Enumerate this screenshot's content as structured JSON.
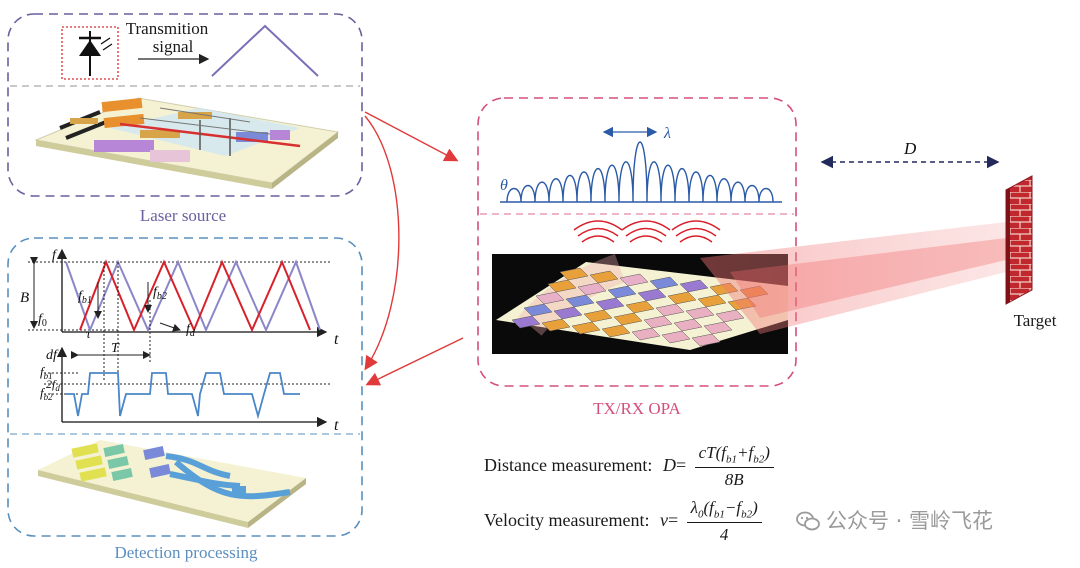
{
  "laser_panel": {
    "signal_label_line1": "Transmition",
    "signal_label_line2": "signal",
    "caption": "Laser source"
  },
  "detection_panel": {
    "caption": "Detection processing",
    "freq_plot": {
      "y_axis_label": "f",
      "x_axis_label": "t",
      "bandwidth_label": "B",
      "f0_label": "f",
      "f0_sub": "0",
      "fb1_label": "f",
      "fb1_sub": "b1",
      "fb2_label": "f",
      "fb2_sub": "b2",
      "fd_label": "f",
      "fd_sub": "d",
      "tau_label": "τ",
      "period_label": "T"
    },
    "beat_plot": {
      "y_axis_label": "df",
      "x_axis_label": "t",
      "fb1_label": "f",
      "fb1_sub": "b1",
      "fb2_label": "f",
      "fb2_sub": "b2",
      "twofd_label": "2f",
      "twofd_sub": "d"
    }
  },
  "opa_panel": {
    "caption": "TX/RX OPA",
    "theta_label": "θ",
    "lambda_label": "λ"
  },
  "target": {
    "distance_label": "D",
    "caption": "Target"
  },
  "equations": {
    "distance_label": "Distance measurement:",
    "distance_lhs": "D",
    "distance_num": "cT(f",
    "distance_den": "8B",
    "velocity_label": "Velocity measurement:",
    "velocity_lhs": "v",
    "velocity_den": "4"
  },
  "watermark": {
    "text": "公众号 · 雪岭飞花"
  },
  "colors": {
    "laser_border": "#6c5f9e",
    "detection_border": "#5a8fbf",
    "opa_border": "#d4507a",
    "arrow": "#e03a3a",
    "red_wave": "#d8202a",
    "blue_wave": "#8a86c8",
    "beat_line": "#4a86c8"
  }
}
